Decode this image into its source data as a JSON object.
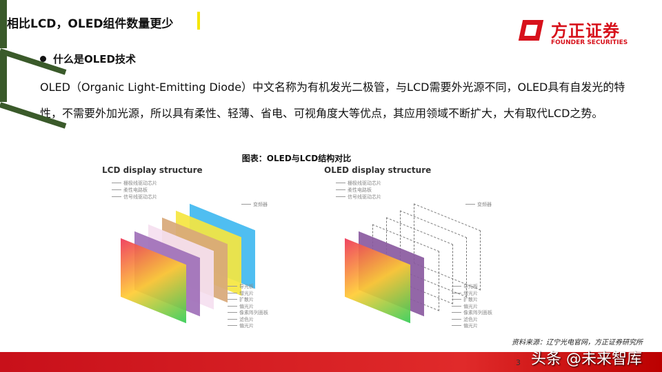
{
  "slide": {
    "title": "相比LCD，OLED组件数量更少",
    "page": "3"
  },
  "logo": {
    "cn": "方正证券",
    "en": "FOUNDER SECURITIES"
  },
  "bullet": "什么是OLED技术",
  "paragraph": "OLED（Organic Light-Emitting Diode）中文名称为有机发光二极管，与LCD需要外光源不同，OLED具有自发光的特性，不需要外加光源，所以具有柔性、轻薄、省电、可视角度大等优点，其应用领域不断扩大，大有取代LCD之势。",
  "figure": {
    "caption": "图表：OLED与LCD结构对比",
    "lcd": {
      "title": "LCD display structure",
      "top_labels": [
        "栅极线驱动芯片",
        "柔性电路板",
        "信号线驱动芯片"
      ],
      "side_label": "变频器",
      "layer_labels": [
        "导光板",
        "增光片",
        "扩散片",
        "偏光片",
        "像素阵列面板",
        "滤色片",
        "偏光片"
      ]
    },
    "oled": {
      "title": "OLED display structure",
      "top_labels": [
        "栅极线驱动芯片",
        "柔性电路板",
        "信号线驱动芯片"
      ],
      "side_label": "变频器",
      "layer_labels": [
        "导光板",
        "增光片",
        "扩散片",
        "偏光片",
        "像素阵列面板",
        "滤色片",
        "偏光片"
      ]
    },
    "source": "资料来源：辽宁光电官网，方正证券研究所"
  },
  "watermark": "头条 @未来智库"
}
